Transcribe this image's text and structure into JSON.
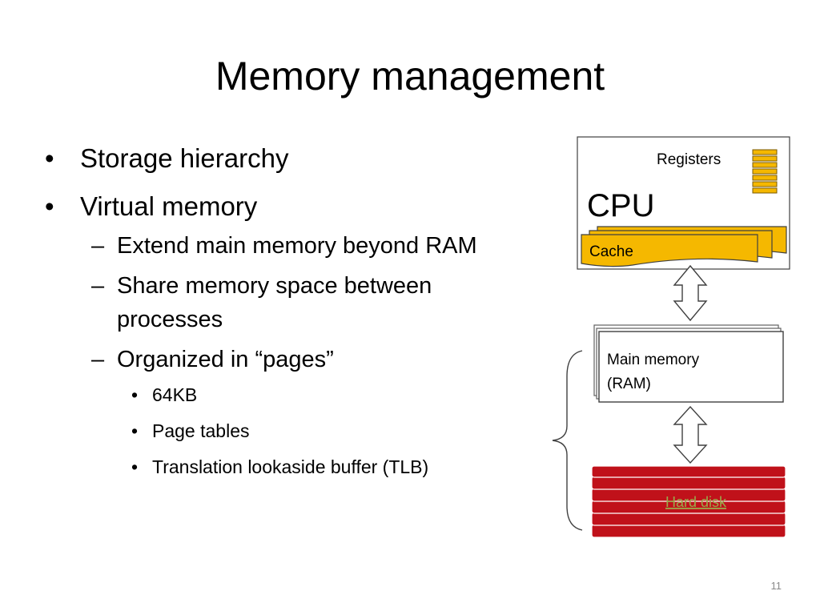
{
  "slide": {
    "title": "Memory management",
    "page_number": "11"
  },
  "bullets": {
    "l1": [
      {
        "symbol": "•",
        "text": "Storage hierarchy"
      },
      {
        "symbol": "•",
        "text": "Virtual memory"
      }
    ],
    "l2": [
      {
        "symbol": "–",
        "text": "Extend main memory beyond RAM"
      },
      {
        "symbol": "–",
        "text": "Share memory space between processes"
      },
      {
        "symbol": "–",
        "text": "Organized in “pages”"
      }
    ],
    "l3": [
      {
        "symbol": "•",
        "text": "64KB"
      },
      {
        "symbol": "•",
        "text": "Page tables"
      },
      {
        "symbol": "•",
        "text": "Translation lookaside buffer (TLB)"
      }
    ]
  },
  "diagram": {
    "cpu_label": "CPU",
    "registers_label": "Registers",
    "cache_label": "Cache",
    "ram_label_line1": "Main memory",
    "ram_label_line2": "(RAM)",
    "disk_label": "Hard disk",
    "colors": {
      "cache_fill": "#f5b800",
      "register_fill": "#f5b800",
      "disk_fill": "#c0111a",
      "disk_label": "#9aa84a"
    }
  }
}
